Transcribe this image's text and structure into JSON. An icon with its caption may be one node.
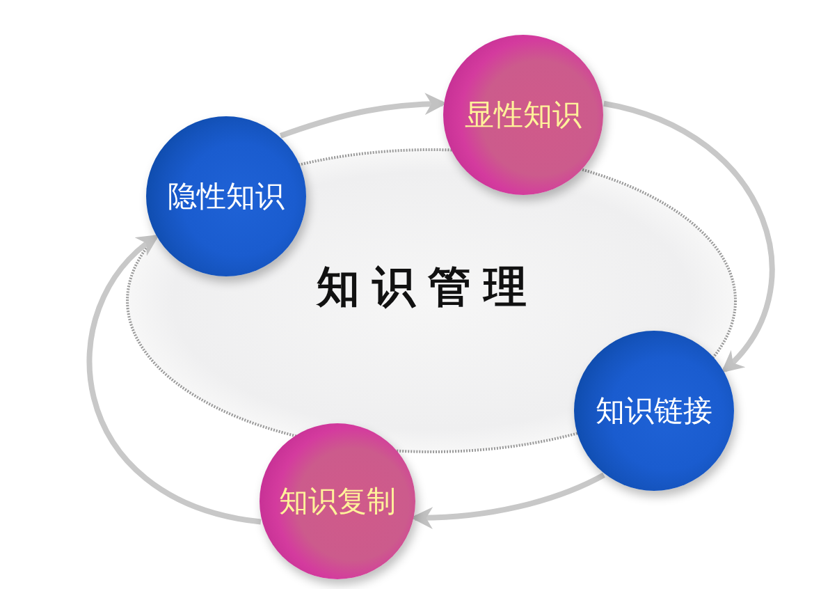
{
  "diagram": {
    "nodes": [
      {
        "text": [
          "知识管理"
        ]
      },
      {
        "text": [
          "隐性知识"
        ]
      },
      {
        "text": [
          "显性知识"
        ]
      },
      {
        "text": [
          "知识链接"
        ]
      },
      {
        "text": [
          "知识复制"
        ]
      }
    ],
    "edges": [
      {
        "from": 1,
        "to": 2,
        "arrow": "to"
      },
      {
        "from": 2,
        "to": 3,
        "arrow": "to"
      },
      {
        "from": 3,
        "to": 4,
        "arrow": "to"
      },
      {
        "from": 4,
        "to": 1,
        "arrow": "to"
      }
    ]
  }
}
